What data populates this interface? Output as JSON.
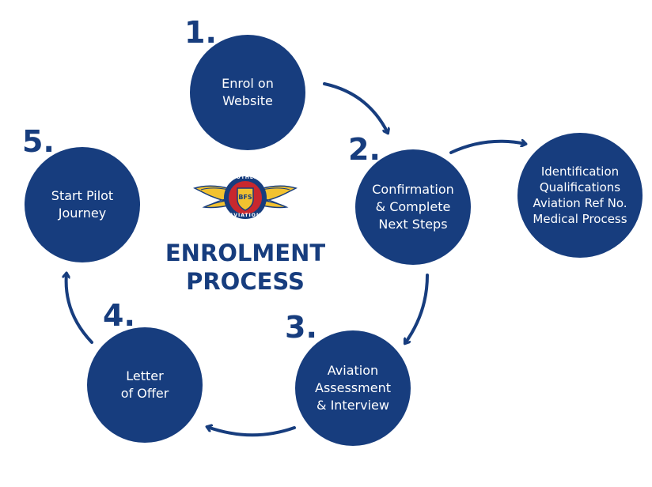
{
  "colors": {
    "primary": "#173d7e",
    "text_on_primary": "#ffffff",
    "logo_gold": "#f2c230",
    "logo_red": "#c8282e"
  },
  "title": {
    "line1": "ENROLMENT",
    "line2": "PROCESS"
  },
  "logo": {
    "top_text": "SOUTHERN",
    "badge_text": "BFS",
    "bottom_text": "AVIATION"
  },
  "steps": [
    {
      "number": "1.",
      "label": "Enrol on\nWebsite"
    },
    {
      "number": "2.",
      "label": "Confirmation\n& Complete\nNext Steps"
    },
    {
      "number": "3.",
      "label": "Aviation\nAssessment\n& Interview"
    },
    {
      "number": "4.",
      "label": "Letter\nof Offer"
    },
    {
      "number": "5.",
      "label": "Start Pilot\nJourney"
    }
  ],
  "side_note": {
    "label": "Identification\nQualifications\nAviation Ref No.\nMedical Process"
  }
}
